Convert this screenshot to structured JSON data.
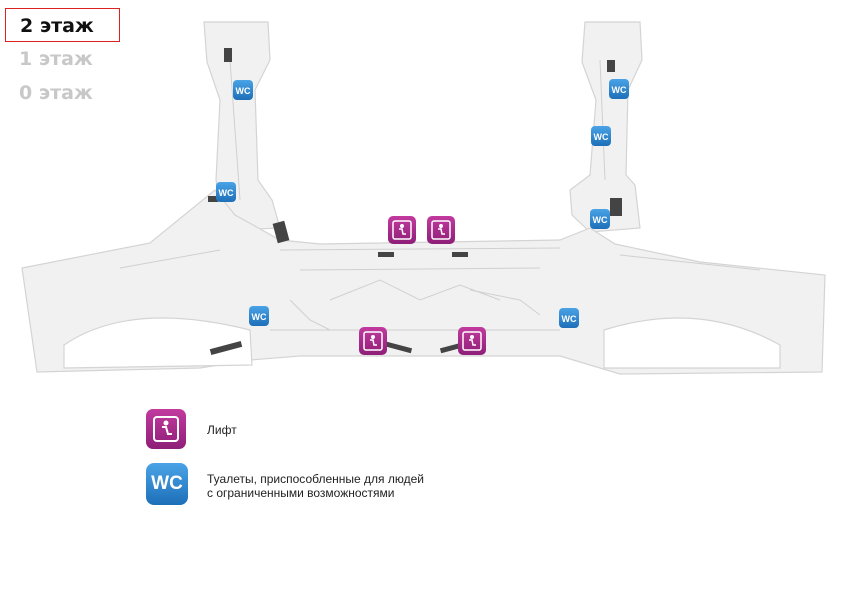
{
  "floor_selector": {
    "items": [
      {
        "label": "2 этаж",
        "active": true
      },
      {
        "label": "1 этаж",
        "active": false
      },
      {
        "label": "0 этаж",
        "active": false
      }
    ]
  },
  "map": {
    "wc_label": "WC",
    "colors": {
      "floor": "#f0f0f0",
      "edge": "#d6d6d6",
      "lift": "#b0288f",
      "wc": "#2f86cf"
    }
  },
  "legend": {
    "lift": {
      "icon": "lift-icon",
      "text": "Лифт"
    },
    "wc": {
      "icon": "wc-icon",
      "icon_text": "WC",
      "text_line1": "Туалеты, приспособленные для людей",
      "text_line2": "с ограниченными возможностями"
    }
  }
}
